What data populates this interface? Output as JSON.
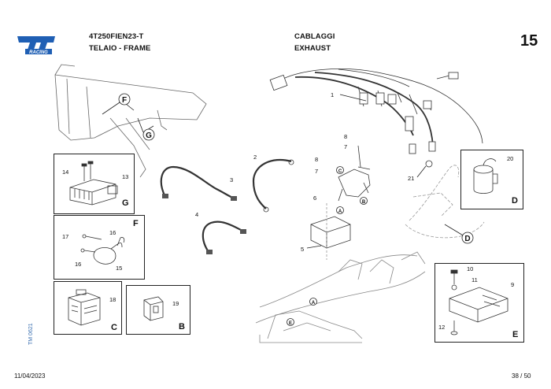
{
  "header": {
    "code": "4T250FIEN23-T",
    "frame_label": "TELAIO - FRAME",
    "section_it": "CABLAGGI",
    "section_en": "EXHAUST",
    "page_number": "15"
  },
  "logo": {
    "brand": "tm",
    "subtitle": "RACING",
    "color": "#1f5fb4"
  },
  "footer": {
    "date": "11/04/2023",
    "pages": "38 / 50",
    "doc_code": "TM 0621"
  },
  "groups": {
    "G": {
      "letter": "G",
      "callouts": [
        "14",
        "13"
      ]
    },
    "F": {
      "letter": "F",
      "callouts": [
        "17",
        "16",
        "16",
        "15"
      ]
    },
    "C": {
      "letter": "C",
      "callouts": [
        "18"
      ]
    },
    "B": {
      "letter": "B",
      "callouts": [
        "19"
      ]
    },
    "D": {
      "letter": "D",
      "callouts": [
        "20"
      ]
    },
    "E": {
      "letter": "E",
      "callouts": [
        "10",
        "11",
        "9",
        "12"
      ]
    }
  },
  "callouts": {
    "c1": "1",
    "c2": "2",
    "c3": "3",
    "c4": "4",
    "c5": "5",
    "c6": "6",
    "c7a": "7",
    "c7b": "7",
    "c8a": "8",
    "c8b": "8",
    "c21": "21"
  },
  "markers": {
    "F": "F",
    "G": "G",
    "A": "A",
    "B": "B",
    "C": "C",
    "D": "D",
    "E": "E",
    "A2": "A"
  }
}
